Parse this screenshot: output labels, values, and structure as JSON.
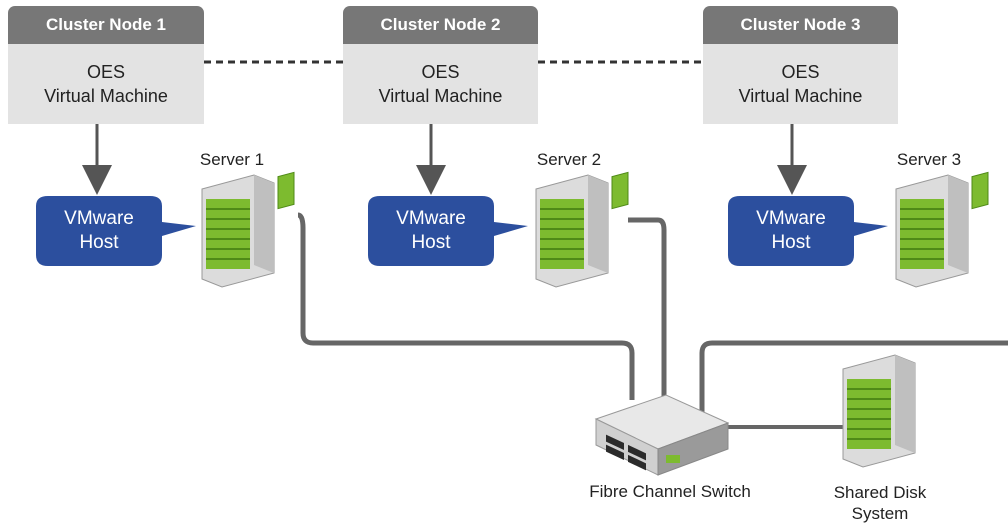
{
  "cluster_nodes": [
    {
      "title": "Cluster Node 1",
      "line1": "OES",
      "line2": "Virtual Machine"
    },
    {
      "title": "Cluster Node 2",
      "line1": "OES",
      "line2": "Virtual Machine"
    },
    {
      "title": "Cluster Node 3",
      "line1": "OES",
      "line2": "Virtual Machine"
    }
  ],
  "hosts": [
    {
      "line1": "VMware",
      "line2": "Host"
    },
    {
      "line1": "VMware",
      "line2": "Host"
    },
    {
      "line1": "VMware",
      "line2": "Host"
    }
  ],
  "servers": [
    {
      "label": "Server 1"
    },
    {
      "label": "Server 2"
    },
    {
      "label": "Server 3"
    }
  ],
  "switch": {
    "label": "Fibre Channel Switch"
  },
  "storage": {
    "line1": "Shared Disk",
    "line2": "System"
  },
  "colors": {
    "tab": "#777777",
    "node_body": "#e3e3e3",
    "host_bubble": "#2c4f9e",
    "cable": "#666666",
    "server_green": "#7dbb2f"
  }
}
